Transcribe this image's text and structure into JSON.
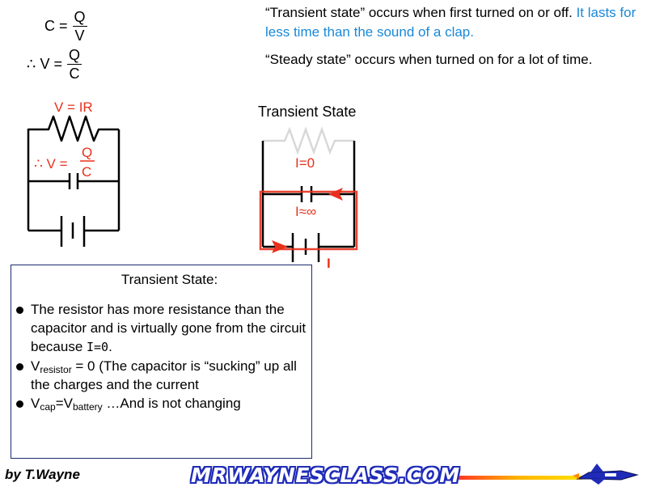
{
  "equations": {
    "cap": {
      "lhs": "C =",
      "num": "Q",
      "den": "V"
    },
    "v": {
      "lhs": "∴ V =",
      "num": "Q",
      "den": "C"
    }
  },
  "top_text": {
    "p1_black": "“Transient state” occurs when first turned on or off. ",
    "p1_blue": "It lasts for less time than the sound of a clap.",
    "p2": "“Steady state” occurs when turned on for a lot of time."
  },
  "left_circuit": {
    "resistor_label": "V = IR",
    "cap_label_lhs": "∴  V =",
    "cap_label_num": "Q",
    "cap_label_den": "C"
  },
  "transient_circuit": {
    "title": "Transient State",
    "i_zero": "I=0",
    "i_inf": "I≈∞",
    "i_label": "I"
  },
  "box": {
    "title": "Transient State:",
    "b1_a": "The resistor has more resistance than the capacitor and is virtually gone from the circuit because ",
    "b1_b": "I=0",
    "b1_c": ".",
    "b2_v": "V",
    "b2_sub": "resistor",
    "b2_rest": " = 0 (The capacitor is “sucking” up all the charges and the current",
    "b3_v1": "V",
    "b3_sub1": "cap",
    "b3_eq": "=V",
    "b3_sub2": "battery",
    "b3_rest": " …And is not changing"
  },
  "footer": {
    "author": "by T.Wayne",
    "logo": "MRWAYNESCLASS.COM"
  },
  "colors": {
    "red": "#e8301c",
    "blue": "#1a88d8",
    "box_border": "#1c2a6e",
    "logo_outline": "#1f2bb8"
  }
}
